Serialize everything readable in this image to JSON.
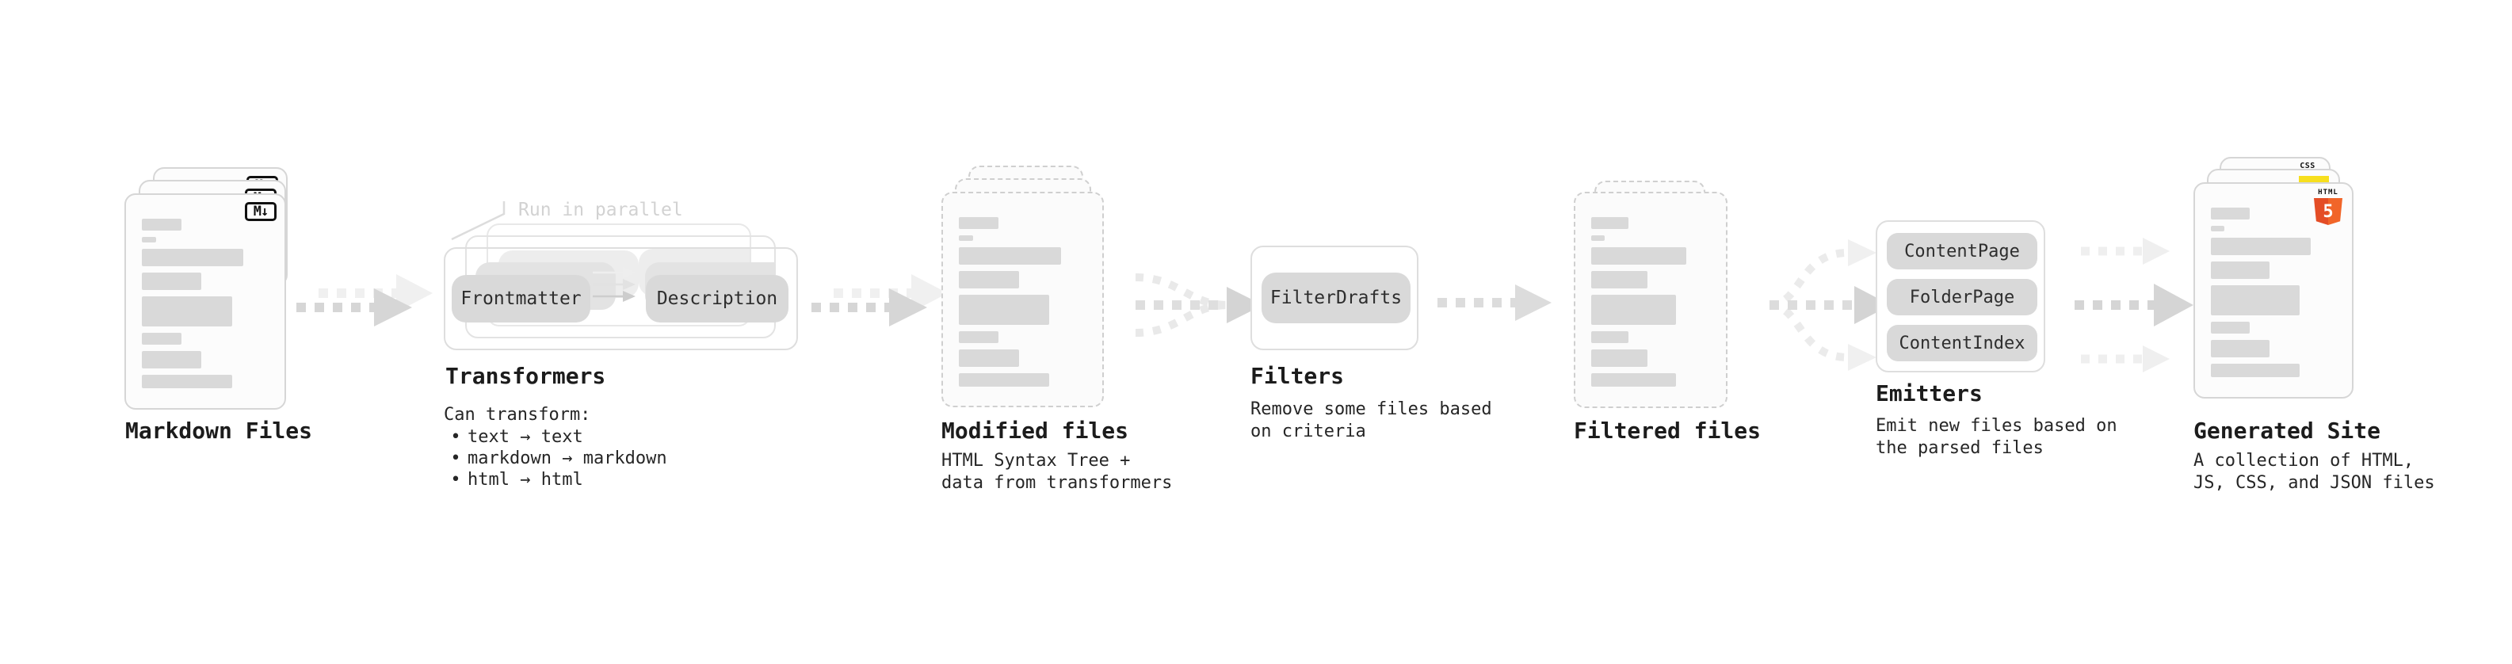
{
  "glyphs": {
    "bullet": "•",
    "markdown_badge": "M↓"
  },
  "pipeline": {
    "markdown_files": {
      "title": "Markdown Files"
    },
    "transformers": {
      "annotation": "Run in parallel",
      "chip_left": "Frontmatter",
      "chip_right": "Description",
      "title": "Transformers",
      "subtitle_heading": "Can transform:",
      "bullets": [
        "text → text",
        "markdown → markdown",
        "html → html"
      ]
    },
    "modified_files": {
      "title": "Modified files",
      "subtitle": "HTML Syntax Tree +\ndata from transformers"
    },
    "filters": {
      "chip": "FilterDrafts",
      "title": "Filters",
      "subtitle": "Remove some files based\non criteria"
    },
    "filtered_files": {
      "title": "Filtered files"
    },
    "emitters": {
      "chips": [
        "ContentPage",
        "FolderPage",
        "ContentIndex"
      ],
      "title": "Emitters",
      "subtitle": "Emit new files based on\nthe parsed files"
    },
    "generated_site": {
      "title": "Generated Site",
      "subtitle": "A collection of HTML,\nJS, CSS, and JSON files",
      "badge_html_label": "HTML",
      "badge_html_number": "5",
      "badge_css": "CSS"
    }
  },
  "colors": {
    "bar_gray": "#d9d9d9",
    "chip_gray": "#d9d9d9",
    "arrow_dark": "#d6d6d6",
    "arrow_light": "#efefef",
    "html5_orange": "#e44d26",
    "js_yellow": "#f7df1e",
    "css_blue": "#2760e6"
  },
  "placeholder_bars": [
    {
      "w": 31,
      "h": 15
    },
    {
      "w": 11,
      "h": 7
    },
    {
      "w": 80,
      "h": 22
    },
    {
      "w": 47,
      "h": 22
    },
    {
      "w": 71,
      "h": 38
    },
    {
      "w": 31,
      "h": 15
    },
    {
      "w": 47,
      "h": 22
    },
    {
      "w": 71,
      "h": 17
    }
  ]
}
